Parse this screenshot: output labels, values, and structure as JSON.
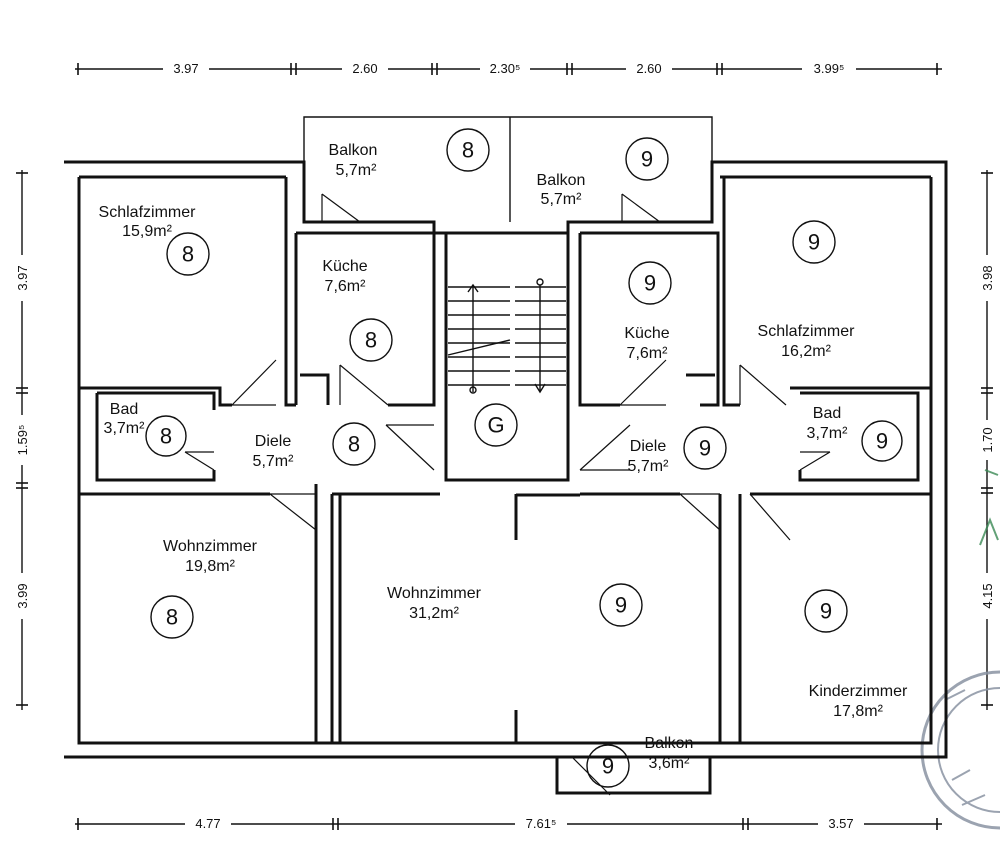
{
  "dimensions": {
    "top": [
      "3.97",
      "2.60",
      "2.30⁵",
      "2.60",
      "3.99⁵"
    ],
    "bottom": [
      "4.77",
      "7.61⁵",
      "3.57"
    ],
    "left": [
      "3.97",
      "1.59⁵",
      "3.99"
    ],
    "right": [
      "3.98",
      "1.70",
      "4.15"
    ]
  },
  "rooms": {
    "balkon_8": {
      "name": "Balkon",
      "area": "5,7m²",
      "unit": "8"
    },
    "balkon_9": {
      "name": "Balkon",
      "area": "5,7m²",
      "unit": "9"
    },
    "schlafzimmer_8": {
      "name": "Schlafzimmer",
      "area": "15,9m²",
      "unit": "8"
    },
    "kueche_8": {
      "name": "Küche",
      "area": "7,6m²",
      "unit": "8"
    },
    "kueche_9": {
      "name": "Küche",
      "area": "7,6m²",
      "unit": "9"
    },
    "schlafzimmer_9": {
      "name": "Schlafzimmer",
      "area": "16,2m²",
      "unit": "9"
    },
    "bad_8": {
      "name": "Bad",
      "area": "3,7m²",
      "unit": "8"
    },
    "diele_8": {
      "name": "Diele",
      "area": "5,7m²",
      "unit": "8"
    },
    "treppenhaus": {
      "unit": "G"
    },
    "diele_9": {
      "name": "Diele",
      "area": "5,7m²",
      "unit": "9"
    },
    "bad_9": {
      "name": "Bad",
      "area": "3,7m²",
      "unit": "9"
    },
    "wohnzimmer_8": {
      "name": "Wohnzimmer",
      "area": "19,8m²",
      "unit": "8"
    },
    "wohnzimmer_9": {
      "name": "Wohnzimmer",
      "area": "31,2m²",
      "unit": "9"
    },
    "kinderzimmer_9": {
      "name": "Kinderzimmer",
      "area": "17,8m²",
      "unit": "9"
    },
    "balkon_small_9": {
      "name": "Balkon",
      "area": "3,6m²",
      "unit": "9"
    }
  },
  "colors": {
    "line": "#111111",
    "stamp": "#8a93a3",
    "green_mark": "#3b8a55"
  }
}
